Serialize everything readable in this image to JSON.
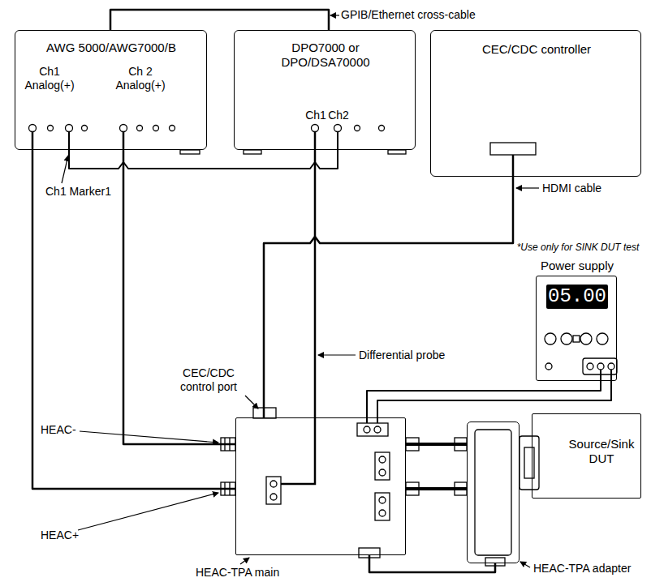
{
  "diagram": {
    "nodes": [
      {
        "text": [
          "AWG 5000/AWG7000/B",
          "Ch1 Analog(+)",
          "Ch 2 Analog(+)"
        ]
      },
      {
        "text": [
          "DPO7000 or DPO/DSA70000",
          "Ch1",
          "Ch2"
        ]
      },
      {
        "text": [
          "CEC/CDC controller"
        ]
      },
      {
        "text": [
          "Power supply",
          "05.00"
        ]
      },
      {
        "text": [
          "HEAC-TPA main"
        ]
      },
      {
        "text": [
          "HEAC-TPA adapter"
        ]
      },
      {
        "text": [
          "Source/Sink DUT"
        ]
      }
    ],
    "edges": [
      {
        "from": 0,
        "to": 1,
        "arrow": "none"
      },
      {
        "from": 0,
        "to": 1,
        "arrow": "none"
      },
      {
        "from": 0,
        "to": 4,
        "arrow": "none"
      },
      {
        "from": 0,
        "to": 4,
        "arrow": "none"
      },
      {
        "from": 1,
        "to": 4,
        "arrow": "none"
      },
      {
        "from": 2,
        "to": 4,
        "arrow": "none"
      },
      {
        "from": 3,
        "to": 4,
        "arrow": "none"
      },
      {
        "from": 3,
        "to": 4,
        "arrow": "none"
      },
      {
        "from": 4,
        "to": 5,
        "arrow": "none"
      },
      {
        "from": 4,
        "to": 5,
        "arrow": "none"
      },
      {
        "from": 4,
        "to": 5,
        "arrow": "none"
      }
    ],
    "labels": [
      "GPIB/Ethernet cross-cable",
      "Ch1 Marker1",
      "HDMI cable",
      "*Use only for SINK DUT test",
      "Differential probe",
      "CEC/CDC control port",
      "HEAC-",
      "HEAC+"
    ]
  }
}
